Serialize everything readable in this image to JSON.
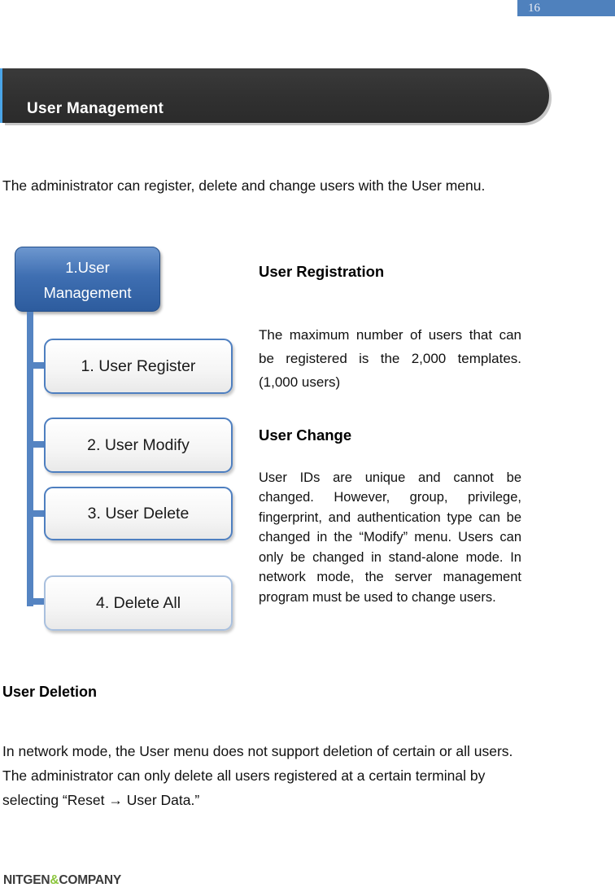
{
  "page_number": "16",
  "header": {
    "title": "User Management"
  },
  "intro": "The administrator can register, delete and change users with the User menu.",
  "diagram": {
    "root": {
      "line1": "1.User",
      "line2": "Management"
    },
    "items": [
      {
        "label": "1. User Register"
      },
      {
        "label": "2. User Modify"
      },
      {
        "label": "3. User Delete"
      },
      {
        "label": "4. Delete All"
      }
    ]
  },
  "sections": [
    {
      "heading": "User Registration",
      "body": "The maximum number of users that can be registered is the 2,000 templates. (1,000 users)"
    },
    {
      "heading": "User Change",
      "body": "User IDs are unique and cannot be changed. However, group, privilege, fingerprint, and authentication type can be changed in the “Modify” menu. Users can only be changed in stand-alone mode. In network mode, the server management program must be used to change users."
    },
    {
      "heading": "User Deletion",
      "body": "In network mode, the User menu does not support deletion of certain or all users. The administrator can only delete all users registered at a certain terminal by selecting “Reset → User Data.”"
    }
  ],
  "footer": {
    "logo_left": "NITGEN",
    "logo_amp": "&",
    "logo_right": "COMPANY"
  },
  "colors": {
    "page_bar_blue": "#4f81bd",
    "banner_bg": "#303030",
    "accent_blue": "#2e9be8",
    "node_blue": "#3f6fb2",
    "connector_blue": "#5584c2",
    "leaf_border_blue": "#4e7fc0",
    "leaf4_border_blue": "#a9c0de",
    "logo_green": "#8cc63e"
  }
}
